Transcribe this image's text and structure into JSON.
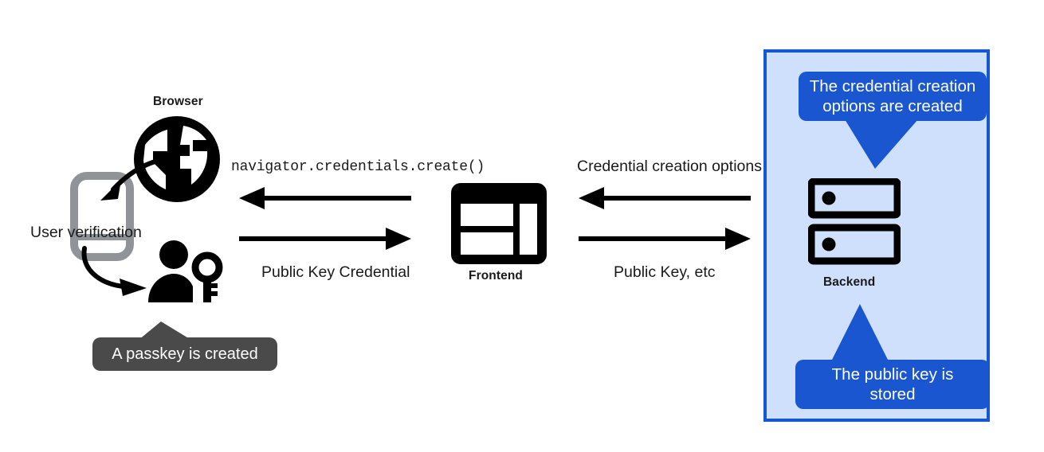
{
  "diagram": {
    "title": "WebAuthn passkey registration flow",
    "colors": {
      "panel_fill": "#cfe0fd",
      "panel_border": "#1558d6",
      "callout_blue": "#1a56d0",
      "callout_gray": "#4a4a4a",
      "icon_black": "#000000",
      "phone_gray": "#909499",
      "text_dark": "#1a1a1a",
      "text_light": "#ffffff"
    },
    "nodes": [
      {
        "id": "browser",
        "label": "Browser",
        "icon": "globe-icon"
      },
      {
        "id": "frontend",
        "label": "Frontend",
        "icon": "window-layout-icon"
      },
      {
        "id": "backend",
        "label": "Backend",
        "icon": "server-stack-icon"
      }
    ],
    "arrow_labels": {
      "navigator_create": "navigator.credentials.create()",
      "public_key_credential": "Public Key Credential",
      "credential_creation_options": "Credential creation options",
      "public_key_etc": "Public Key, etc"
    },
    "annotations": {
      "user_verification": "User verification",
      "passkey_created": "A passkey is created",
      "credential_options_created": "The credential creation options are created",
      "public_key_stored": "The public key is stored"
    },
    "callout_lines": {
      "credential_options_created_l1": "The credential creation",
      "credential_options_created_l2": "options are created",
      "public_key_stored_l1": "The public key is",
      "public_key_stored_l2": "stored"
    },
    "icons": {
      "globe": "globe-icon",
      "phone": "mobile-device-icon",
      "person_key": "person-with-key-icon",
      "frontend_window": "window-layout-icon",
      "server": "server-stack-icon",
      "arrow_left": "arrow-left-icon",
      "arrow_right": "arrow-right-icon",
      "curved_arrow": "curved-arrow-icon"
    }
  }
}
